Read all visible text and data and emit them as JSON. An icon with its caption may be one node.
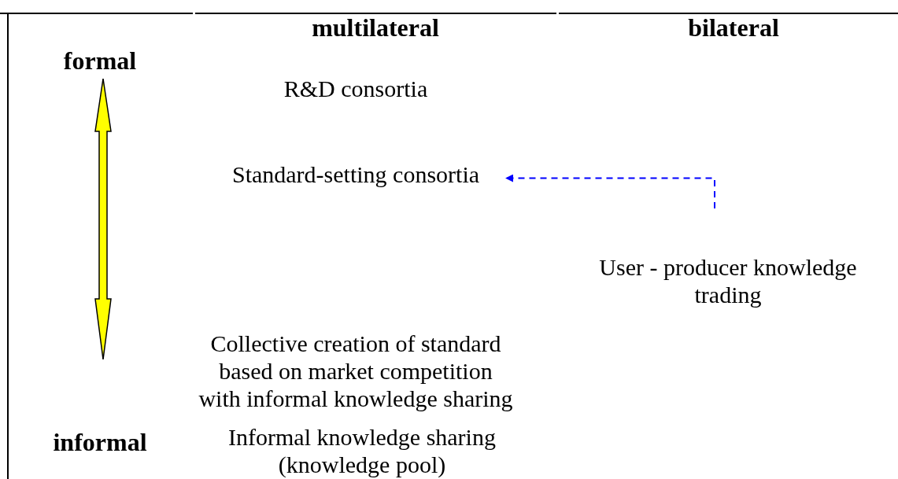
{
  "diagram": {
    "nodes": [
      {
        "text": [
          "R&D consortia"
        ]
      },
      {
        "text": [
          "Standard-setting consortia"
        ]
      },
      {
        "text": [
          "User - producer knowledge trading"
        ]
      },
      {
        "text": [
          "Collective creation of standard based on market competition with informal knowledge sharing"
        ]
      },
      {
        "text": [
          "Informal knowledge sharing (knowledge pool)"
        ]
      }
    ],
    "edges": [
      {
        "from": null,
        "to": 1,
        "arrow": "to",
        "style": "dashed",
        "color": "#0000ff"
      }
    ],
    "labels": [
      "multilateral",
      "bilateral",
      "formal",
      "informal"
    ]
  }
}
